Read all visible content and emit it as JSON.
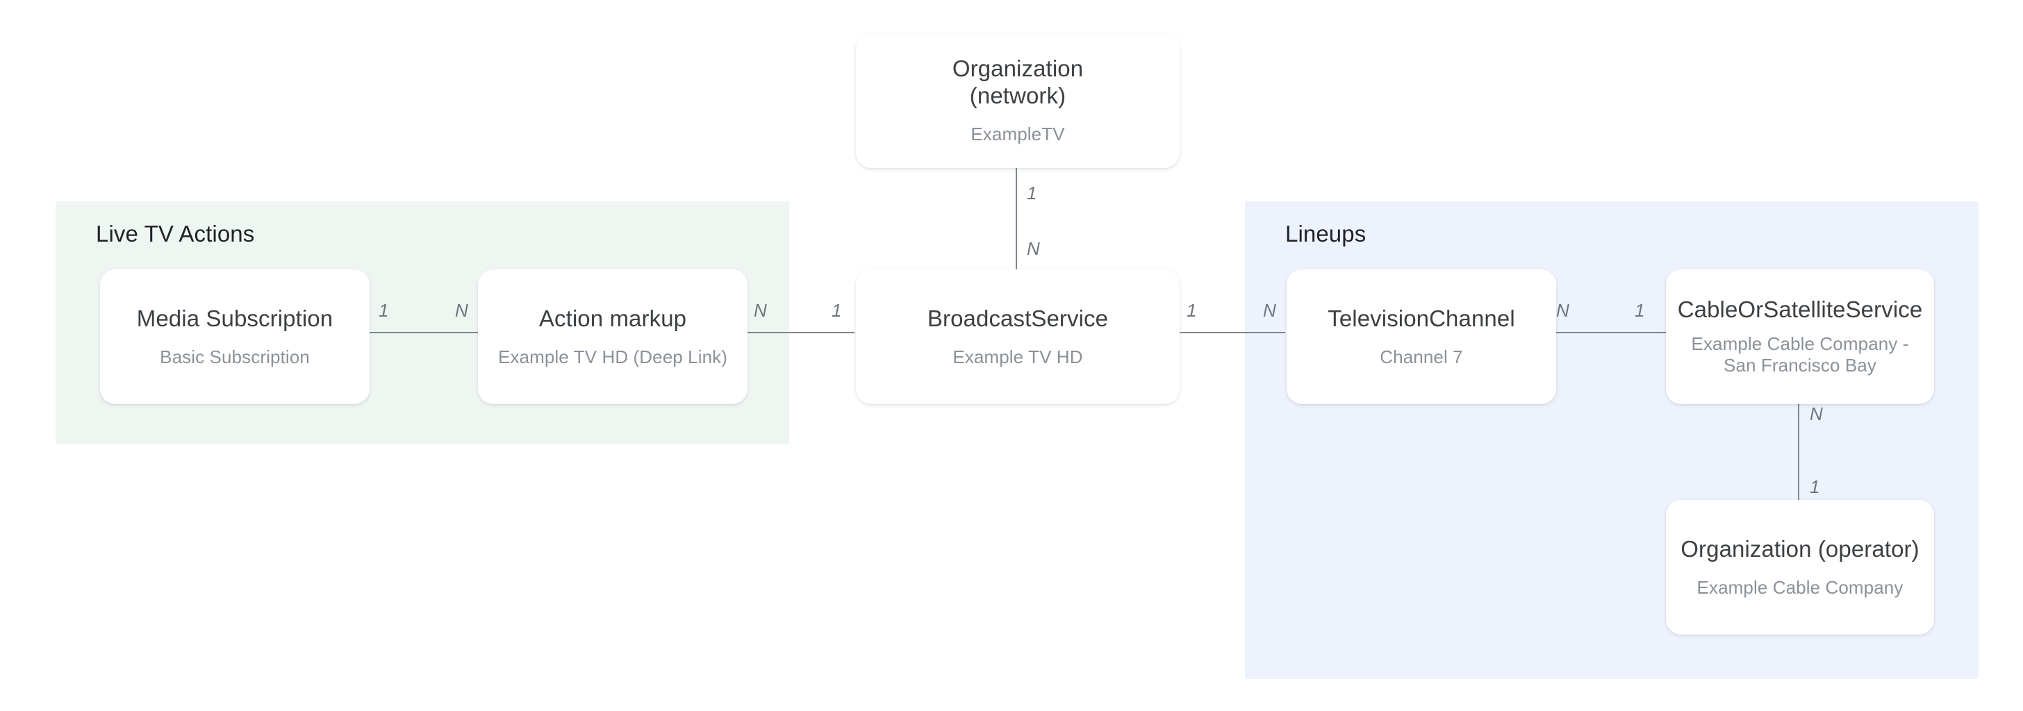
{
  "diagram": {
    "title_visible": false,
    "groups": [
      {
        "id": "live-tv-actions",
        "label": "Live TV Actions",
        "color": "#eff6f2"
      },
      {
        "id": "lineups",
        "label": "Lineups",
        "color": "#eef2fc"
      }
    ],
    "nodes": [
      {
        "id": "organization-network",
        "title": "Organization\n(network)",
        "subtitle": "ExampleTV"
      },
      {
        "id": "media-subscription",
        "title": "Media Subscription",
        "subtitle": "Basic Subscription"
      },
      {
        "id": "action-markup",
        "title": "Action markup",
        "subtitle": "Example TV HD (Deep Link)"
      },
      {
        "id": "broadcast-service",
        "title": "BroadcastService",
        "subtitle": "Example TV HD"
      },
      {
        "id": "television-channel",
        "title": "TelevisionChannel",
        "subtitle": "Channel 7"
      },
      {
        "id": "cable-or-satellite-service",
        "title": "CableOrSatelliteService",
        "subtitle": "Example Cable Company -\nSan Francisco Bay"
      },
      {
        "id": "organization-operator",
        "title": "Organization (operator)",
        "subtitle": "Example Cable Company"
      }
    ],
    "edges": [
      {
        "id": "media-subscription--action-markup",
        "from": "media-subscription",
        "to": "action-markup",
        "from_cardinality": "1",
        "to_cardinality": "N"
      },
      {
        "id": "action-markup--broadcast-service",
        "from": "action-markup",
        "to": "broadcast-service",
        "from_cardinality": "N",
        "to_cardinality": "1"
      },
      {
        "id": "organization-network--broadcast-service",
        "from": "organization-network",
        "to": "broadcast-service",
        "from_cardinality": "1",
        "to_cardinality": "N"
      },
      {
        "id": "broadcast-service--television-channel",
        "from": "broadcast-service",
        "to": "television-channel",
        "from_cardinality": "1",
        "to_cardinality": "N"
      },
      {
        "id": "television-channel--cable-or-satellite-service",
        "from": "television-channel",
        "to": "cable-or-satellite-service",
        "from_cardinality": "N",
        "to_cardinality": "1"
      },
      {
        "id": "cable-or-satellite-service--organization-operator",
        "from": "cable-or-satellite-service",
        "to": "organization-operator",
        "from_cardinality": "N",
        "to_cardinality": "1"
      }
    ]
  }
}
